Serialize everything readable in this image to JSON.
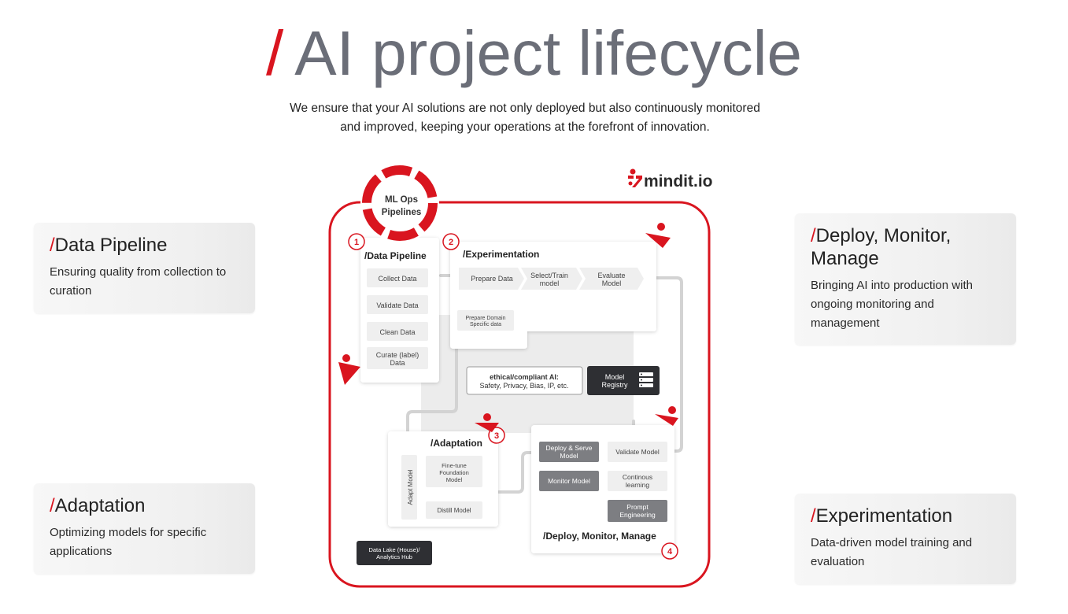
{
  "header": {
    "slash": "/",
    "title": "AI project lifecycle",
    "subtitle_line1": "We ensure that your AI solutions are not only deployed but also continuously monitored",
    "subtitle_line2": "and improved, keeping your operations at the forefront of innovation."
  },
  "cards": {
    "data_pipeline": {
      "slash": "/",
      "title": "Data Pipeline",
      "desc": "Ensuring quality from collection to curation"
    },
    "adaptation": {
      "slash": "/",
      "title": "Adaptation",
      "desc": "Optimizing models for specific applications"
    },
    "deploy": {
      "slash": "/",
      "title": "Deploy, Monitor, Manage",
      "desc": "Bringing AI into production with ongoing monitoring and management"
    },
    "experimentation": {
      "slash": "/",
      "title": "Experimentation",
      "desc": "Data-driven model training and evaluation"
    }
  },
  "diagram": {
    "logo": "mindit.io",
    "ml_ops_line1": "ML Ops",
    "ml_ops_line2": "Pipelines",
    "steps": [
      "1",
      "2",
      "3",
      "4"
    ],
    "data_pipeline": {
      "heading": "/Data Pipeline",
      "items": [
        "Collect Data",
        "Validate Data",
        "Clean Data",
        "Curate (label)",
        "Data"
      ]
    },
    "experimentation": {
      "heading": "/Experimentation",
      "prepare_data": "Prepare Data",
      "select_train_1": "Select/Train",
      "select_train_2": "model",
      "evaluate_1": "Evaluate",
      "evaluate_2": "Model",
      "domain_1": "Prepare Domain",
      "domain_2": "Specific data"
    },
    "ethical_1": "ethical/compliant AI:",
    "ethical_2": "Safety, Privacy, Bias, IP, etc.",
    "registry_1": "Model",
    "registry_2": "Registry",
    "adaptation": {
      "heading": "/Adaptation",
      "side": "Adapt Model",
      "fine_1": "Fine-tune",
      "fine_2": "Foundation",
      "fine_3": "Model",
      "distill": "Distill Model"
    },
    "data_lake_1": "Data Lake (House)/",
    "data_lake_2": "Analytics Hub",
    "deploy": {
      "heading": "/Deploy, Monitor, Manage",
      "serve_1": "Deploy & Serve",
      "serve_2": "Model",
      "validate": "Validate Model",
      "monitor": "Monitor Model",
      "continuous_1": "Continous",
      "continuous_2": "learning",
      "prompt_1": "Prompt",
      "prompt_2": "Engineering"
    }
  },
  "colors": {
    "accent": "#d9151f",
    "title_grey": "#6b6e78",
    "dark_box": "#2e2f33",
    "mid_box": "#7d7e82"
  }
}
